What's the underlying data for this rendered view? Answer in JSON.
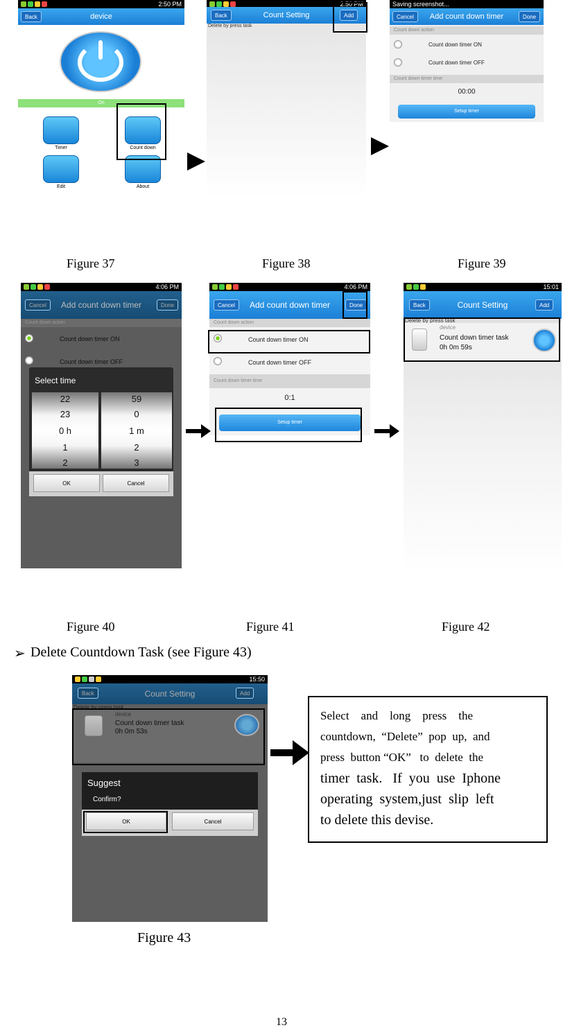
{
  "fig37": {
    "time": "2:50 PM",
    "title": "device",
    "back": "Back",
    "status": "On",
    "tiles": [
      "Timer",
      "Count down",
      "Edit",
      "About"
    ]
  },
  "fig38": {
    "time": "2:50 PM",
    "title": "Count Setting",
    "back": "Back",
    "add": "Add",
    "hint": "Delete by press task"
  },
  "fig39": {
    "status_text": "Saving screenshot...",
    "title": "Add count down timer",
    "cancel": "Cancel",
    "done": "Done",
    "section_action": "Count down action",
    "opt_on": "Count down timer ON",
    "opt_off": "Count down timer OFF",
    "section_time": "Count down timer time",
    "time_value": "00:00",
    "setup": "Setup timer"
  },
  "fig40": {
    "time": "4:06 PM",
    "title": "Add count down timer",
    "cancel": "Cancel",
    "done": "Done",
    "section_action": "Count down action",
    "opt_on": "Count down timer ON",
    "opt_off": "Count down timer OFF",
    "dialog_title": "Select time",
    "hours": [
      "22",
      "23",
      "0 h",
      "1",
      "2"
    ],
    "minutes": [
      "59",
      "0",
      "1 m",
      "2",
      "3"
    ],
    "ok": "OK",
    "dlg_cancel": "Cancel"
  },
  "fig41": {
    "time": "4:06 PM",
    "title": "Add count down timer",
    "cancel": "Cancel",
    "done": "Done",
    "section_action": "Count down action",
    "opt_on": "Count down timer ON",
    "opt_off": "Count down timer OFF",
    "section_time": "Count down timer time",
    "time_value": "0:1",
    "setup": "Setup timer"
  },
  "fig42": {
    "time": "15:01",
    "title": "Count Setting",
    "back": "Back",
    "add": "Add",
    "hint": "Delete by press task",
    "device": "device",
    "task": "Count down timer task",
    "remaining": "0h 0m 59s"
  },
  "fig43": {
    "time": "15:50",
    "title": "Count Setting",
    "back": "Back",
    "add": "Add",
    "hint": "Delete by press task",
    "device": "device",
    "task": "Count down timer task",
    "remaining": "0h 0m 53s",
    "dialog_title": "Suggest",
    "dialog_msg": "Confirm?",
    "ok": "OK",
    "dlg_cancel": "Cancel"
  },
  "captions": {
    "f37": "Figure 37",
    "f38": "Figure 38",
    "f39": "Figure 39",
    "f40": "Figure 40",
    "f41": "Figure 41",
    "f42": "Figure 42",
    "f43": "Figure 43"
  },
  "bullet": {
    "symbol": "➢",
    "text": "Delete Countdown Task (see Figure 43)"
  },
  "note": {
    "line1": "Select    and    long    press    the",
    "line2": "countdown,  “Delete”  pop  up,  and",
    "line3": "press  button “OK”   to  delete  the",
    "line4": "timer  task.   If  you  use  Iphone",
    "line5": "operating  system,just  slip  left",
    "line6": "to delete this devise."
  },
  "page_number": "13"
}
